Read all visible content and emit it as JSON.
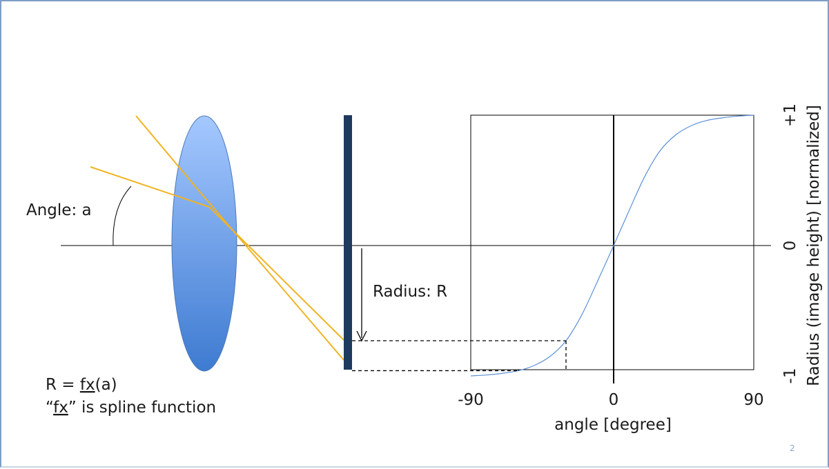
{
  "colors": {
    "ray": "#f0b323",
    "lens_top": "#a5c8ff",
    "lens_bottom": "#3e7bd1",
    "lens_border": "#4a78b8",
    "sensor": "#1f3a5f",
    "curve": "#5b8fd6",
    "axis": "#000000"
  },
  "labels": {
    "angle": "Angle: a",
    "radius": "Radius: R",
    "formula": {
      "prefix": "R = ",
      "fn": "fx",
      "suffix": "(a)",
      "line2_open": "“",
      "line2_fn": "fx",
      "line2_rest": "” is spline function"
    },
    "slide_number": "2"
  },
  "chart_data": {
    "type": "line",
    "title": "",
    "xlabel": "angle [degree]",
    "ylabel": "Radius (image height) [normalized]",
    "xlim": [
      -90,
      90
    ],
    "ylim": [
      -1,
      1
    ],
    "x_ticks": [
      "-90",
      "0",
      "90"
    ],
    "y_ticks": [
      "-1",
      "0",
      "+1"
    ],
    "series": [
      {
        "values_x": [
          -90,
          -80,
          -70,
          -60,
          -50,
          -40,
          -30,
          -20,
          -10,
          0,
          10,
          20,
          30,
          40,
          50,
          60,
          70,
          80,
          90
        ],
        "values_y": [
          -1,
          -0.993,
          -0.98,
          -0.96,
          -0.92,
          -0.85,
          -0.73,
          -0.53,
          -0.27,
          0,
          0.27,
          0.53,
          0.73,
          0.85,
          0.92,
          0.96,
          0.98,
          0.993,
          1
        ]
      }
    ],
    "guides": [
      {
        "x": -60,
        "y": -0.96
      },
      {
        "x": -30,
        "y": -0.73
      }
    ]
  }
}
